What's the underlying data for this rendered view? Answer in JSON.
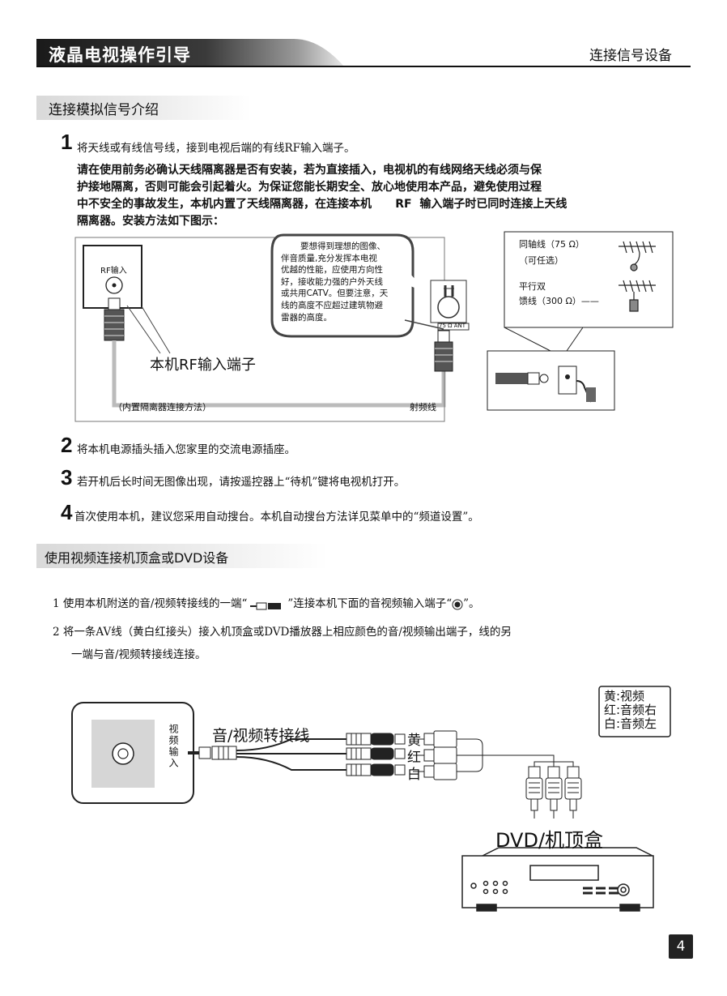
{
  "header": {
    "title": "液晶电视操作引导",
    "section": "连接信号设备"
  },
  "section1": {
    "title": "连接模拟信号介绍",
    "step1": {
      "num": "1",
      "text": "将天线或有线信号线，接到电视后端的有线RF输入端子。"
    },
    "paragraph": [
      "请在使用前务必确认天线隔离器是否有安装，若为直接插入，电视机的有线网络天线必须与保",
      "护接地隔离，否则可能会引起着火。为保证您能长期安全、放心地使用本产品，避免使用过程",
      "中不安全的事故发生，本机内置了天线隔离器，在连接本机      RF  输入端子时已同时连接上天线",
      "隔离器。安装方法如下图示："
    ],
    "diagram": {
      "rf_label": "RF输入",
      "callout": [
        "要想得到理想的图像、",
        "伴音质量,充分发挥本电视",
        "优越的性能，应使用方向性",
        "好，接收能力强的户外天线",
        "或共用CATV。但要注意，天",
        "线的高度不应超过建筑物避",
        "雷器的高度。"
      ],
      "ant_label": "75 Ω ANT",
      "coax_label_1": "同轴线（75 Ω）",
      "coax_label_2": "（可任选）",
      "twin_label_1": "平行双",
      "twin_label_2": "馈线（300 Ω）——",
      "rf_terminal": "本机RF输入端子",
      "builtin": "（内置隔离器连接方法）",
      "cable": "射频线"
    },
    "step2": {
      "num": "2",
      "text": "将本机电源插头插入您家里的交流电源插座。"
    },
    "step3": {
      "num": "3",
      "text": "若开机后长时间无图像出现，请按遥控器上“待机”键将电视机打开。"
    },
    "step4": {
      "num": "4",
      "text": "首次使用本机，建议您采用自动搜台。本机自动搜台方法详见菜单中的“频道设置”。"
    }
  },
  "section2": {
    "title": "使用视频连接机顶盒或DVD设备",
    "item1": {
      "num": "1",
      "text_a": "使用本机附送的音/视频转接线的一端“",
      "text_b": "”连接本机下面的音视频输入端子“",
      "text_c": "”。"
    },
    "item2": {
      "num": "2",
      "text": "将一条AV线（黄白红接头）接入机顶盒或DVD播放器上相应颜色的音/视频输出端子，线的另",
      "text2": "一端与音/视频转接线连接。"
    },
    "diagram": {
      "jack_label": "视频输入",
      "cable_label": "音/视频转接线",
      "yellow": "黄",
      "red": "红",
      "white": "白",
      "legend": [
        "黄:视频",
        "红:音频右",
        "白:音频左"
      ],
      "device": "DVD/机顶盒"
    }
  },
  "page_number": "4"
}
